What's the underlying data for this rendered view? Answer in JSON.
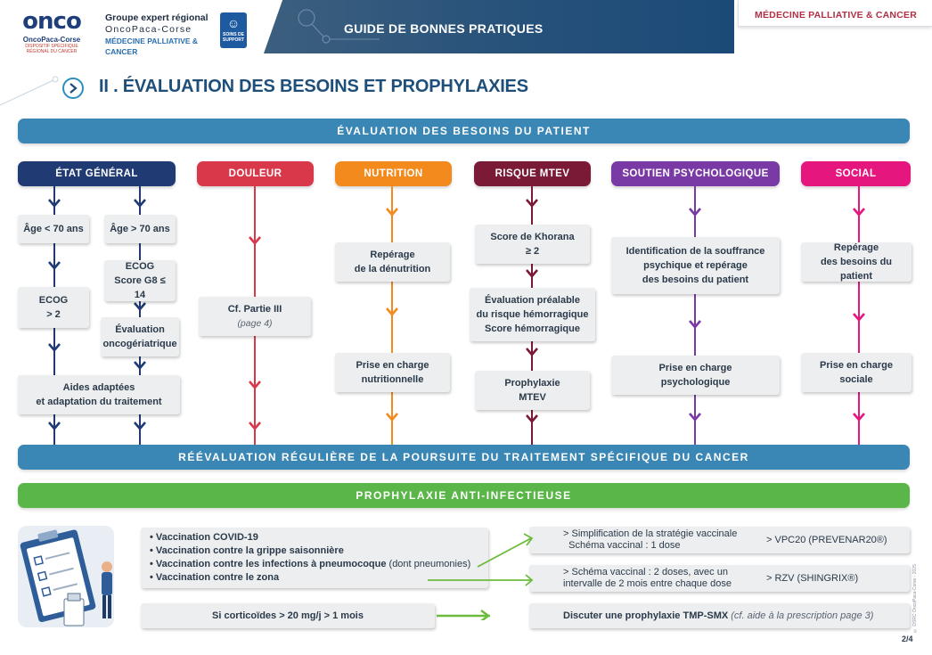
{
  "header": {
    "logo_word": "onco",
    "logo_sub1": "OncoPaca-Corse",
    "logo_sub2_l1": "DISPOSITIF SPÉCIFIQUE",
    "logo_sub2_l2": "RÉGIONAL DU CANCER",
    "group_l1": "Groupe expert régional",
    "group_l2": "OncoPaca-Corse",
    "group_l3": "MÉDECINE PALLIATIVE & CANCER",
    "badge_l1": "SOINS DE",
    "badge_l2": "SUPPORT",
    "band_title": "GUIDE DE BONNES PRATIQUES",
    "tab_title": "MÉDECINE PALLIATIVE & CANCER"
  },
  "section_title": "II . ÉVALUATION DES BESOINS ET PROPHYLAXIES",
  "band_top": "ÉVALUATION DES BESOINS DU PATIENT",
  "band_mid": "RÉÉVALUATION RÉGULIÈRE DE LA POURSUITE DU TRAITEMENT SPÉCIFIQUE DU CANCER",
  "band_green": "PROPHYLAXIE ANTI-INFECTIEUSE",
  "categories": {
    "etat": {
      "label": "ÉTAT GÉNÉRAL",
      "color": "#203a73"
    },
    "douleur": {
      "label": "DOULEUR",
      "color": "#d9384a"
    },
    "nutrition": {
      "label": "NUTRITION",
      "color": "#f28a1e"
    },
    "mtev": {
      "label": "RISQUE MTEV",
      "color": "#7a1a36"
    },
    "psy": {
      "label": "SOUTIEN PSYCHOLOGIQUE",
      "color": "#7a3aa6"
    },
    "social": {
      "label": "SOCIAL",
      "color": "#e5167e"
    }
  },
  "etat": {
    "age_lt70": "Âge < 70 ans",
    "age_gt70": "Âge > 70 ans",
    "ecog_l1": "ECOG",
    "ecog_l2": "> 2",
    "ecog_g8_l1": "ECOG",
    "ecog_g8_l2": "Score G8 ≤ 14",
    "eval_l1": "Évaluation",
    "eval_l2": "oncogériatrique",
    "aides_l1": "Aides adaptées",
    "aides_l2": "et adaptation du traitement"
  },
  "douleur": {
    "cf_l1": "Cf. Partie III",
    "cf_l2": "(page 4)"
  },
  "nutrition": {
    "rep_l1": "Repérage",
    "rep_l2": "de la dénutrition",
    "prise_l1": "Prise en charge",
    "prise_l2": "nutritionnelle"
  },
  "mtev": {
    "khor_l1": "Score de Khorana",
    "khor_l2": "≥ 2",
    "eval_l1": "Évaluation préalable",
    "eval_l2": "du risque hémorragique",
    "eval_l3": "Score hémorragique",
    "proph_l1": "Prophylaxie",
    "proph_l2": "MTEV"
  },
  "psy": {
    "ident_l1": "Identification de la souffrance",
    "ident_l2": "psychique et repérage",
    "ident_l3": "des besoins du patient",
    "prise_l1": "Prise en charge",
    "prise_l2": "psychologique"
  },
  "social": {
    "rep_l1": "Repérage",
    "rep_l2": "des besoins du patient",
    "prise_l1": "Prise en charge",
    "prise_l2": "sociale"
  },
  "vaccination": {
    "items": [
      {
        "bold": "• Vaccination COVID-19",
        "normal": ""
      },
      {
        "bold": "• Vaccination contre la grippe saisonnière",
        "normal": ""
      },
      {
        "bold": "• Vaccination contre les infections à pneumocoque",
        "normal": " (dont pneumonies)"
      },
      {
        "bold": "• Vaccination contre le zona",
        "normal": ""
      }
    ],
    "res1_l1": "> Simplification de la stratégie vaccinale",
    "res1_l2": "Schéma vaccinal : 1 dose",
    "res1_right": "> VPC20 (PREVENAR20®)",
    "res2_l1": "> Schéma vaccinal : 2 doses, avec un",
    "res2_l2": "intervalle de 2 mois entre chaque dose",
    "res2_right": "> RZV (SHINGRIX®)"
  },
  "corticoides": "Si corticoïdes > 20 mg/j > 1 mois",
  "tmp": {
    "bold": "Discuter une prophylaxie TMP-SMX",
    "italic": " (cf. aide à la prescription page 3)"
  },
  "side_note": "© DSRC OncoPaca-Corse - 2025",
  "page_number": "2/4",
  "colors": {
    "band_blue": "#3a86b4",
    "band_green": "#5bb64a",
    "title_blue": "#1e4f7a",
    "arrow_green": "#6dbb3c"
  }
}
